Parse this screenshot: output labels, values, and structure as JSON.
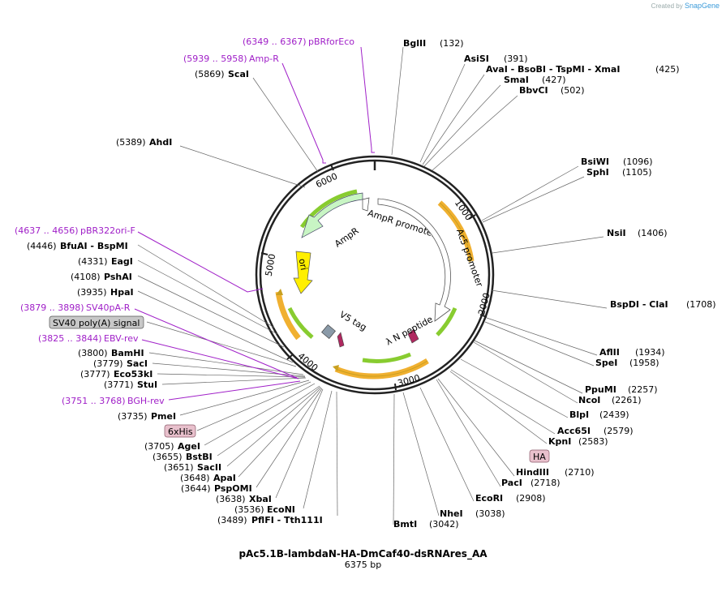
{
  "credit": {
    "prefix": "Created by",
    "brand": "SnapGene"
  },
  "plasmid": {
    "name": "pAc5.1B-lambdaN-HA-DmCaf40-dsRNAres_AA",
    "length": 6375,
    "length_label": "6375 bp"
  },
  "ticks": [
    "1000",
    "2000",
    "3000",
    "4000",
    "5000",
    "6000"
  ],
  "sites": [
    {
      "pos": "(132)",
      "name": "BglII"
    },
    {
      "pos": "(391)",
      "name": "AsiSI"
    },
    {
      "pos": "(425)",
      "name": "AvaI - BsoBI - TspMI - XmaI"
    },
    {
      "pos": "(427)",
      "name": "SmaI"
    },
    {
      "pos": "(502)",
      "name": "BbvCI"
    },
    {
      "pos": "(1096)",
      "name": "BsiWI"
    },
    {
      "pos": "(1105)",
      "name": "SphI"
    },
    {
      "pos": "(1406)",
      "name": "NsiI"
    },
    {
      "pos": "(1708)",
      "name": "BspDI - ClaI"
    },
    {
      "pos": "(1934)",
      "name": "AflII"
    },
    {
      "pos": "(1958)",
      "name": "SpeI"
    },
    {
      "pos": "(2257)",
      "name": "PpuMI"
    },
    {
      "pos": "(2261)",
      "name": "NcoI"
    },
    {
      "pos": "(2439)",
      "name": "BlpI"
    },
    {
      "pos": "(2579)",
      "name": "Acc65I"
    },
    {
      "pos": "(2583)",
      "name": "KpnI"
    },
    {
      "pos": "(2710)",
      "name": "HindIII"
    },
    {
      "pos": "(2718)",
      "name": "PacI"
    },
    {
      "pos": "(2908)",
      "name": "EcoRI"
    },
    {
      "pos": "(3038)",
      "name": "NheI"
    },
    {
      "pos": "(3042)",
      "name": "BmtI"
    },
    {
      "pos": "(3489)",
      "name": "PflFI - Tth111I"
    },
    {
      "pos": "(3536)",
      "name": "EcoNI"
    },
    {
      "pos": "(3638)",
      "name": "XbaI"
    },
    {
      "pos": "(3644)",
      "name": "PspOMI"
    },
    {
      "pos": "(3648)",
      "name": "ApaI"
    },
    {
      "pos": "(3651)",
      "name": "SacII"
    },
    {
      "pos": "(3655)",
      "name": "BstBI"
    },
    {
      "pos": "(3705)",
      "name": "AgeI"
    },
    {
      "pos": "(3735)",
      "name": "PmeI"
    },
    {
      "pos": "(3771)",
      "name": "StuI"
    },
    {
      "pos": "(3777)",
      "name": "Eco53kI"
    },
    {
      "pos": "(3779)",
      "name": "SacI"
    },
    {
      "pos": "(3800)",
      "name": "BamHI"
    },
    {
      "pos": "(3935)",
      "name": "HpaI"
    },
    {
      "pos": "(4108)",
      "name": "PshAI"
    },
    {
      "pos": "(4331)",
      "name": "EagI"
    },
    {
      "pos": "(4446)",
      "name": "BfuAI - BspMI"
    },
    {
      "pos": "(5389)",
      "name": "AhdI"
    },
    {
      "pos": "(5869)",
      "name": "ScaI"
    }
  ],
  "primers": [
    {
      "range": "(6349 .. 6367)",
      "name": "pBRforEco"
    },
    {
      "range": "(5939 .. 5958)",
      "name": "Amp-R"
    },
    {
      "range": "(4637 .. 4656)",
      "name": "pBR322ori-F"
    },
    {
      "range": "(3879 .. 3898)",
      "name": "SV40pA-R"
    },
    {
      "range": "(3825 .. 3844)",
      "name": "EBV-rev"
    },
    {
      "range": "(3751 .. 3768)",
      "name": "BGH-rev"
    }
  ],
  "feature_boxes": [
    "SV40 poly(A) signal",
    "6xHis",
    "HA"
  ],
  "features": [
    "AmpR",
    "AmpR promoter",
    "Ac5 promoter",
    "ori",
    "V5 tag",
    "λ N peptide"
  ],
  "colors": {
    "ring": "#222222",
    "site_line": "#555555",
    "primer": "#a020c8",
    "ampr": "#c8f5c4",
    "ori": "#ffef00",
    "orf_outline": "#f0b030",
    "orf_core": "#88cc30",
    "promoter": "#ffffff",
    "v5": "#8a9aa8",
    "lambda": "#b02860",
    "box_gray": "#c8c8c8",
    "box_pink": "#e8c0cc"
  }
}
